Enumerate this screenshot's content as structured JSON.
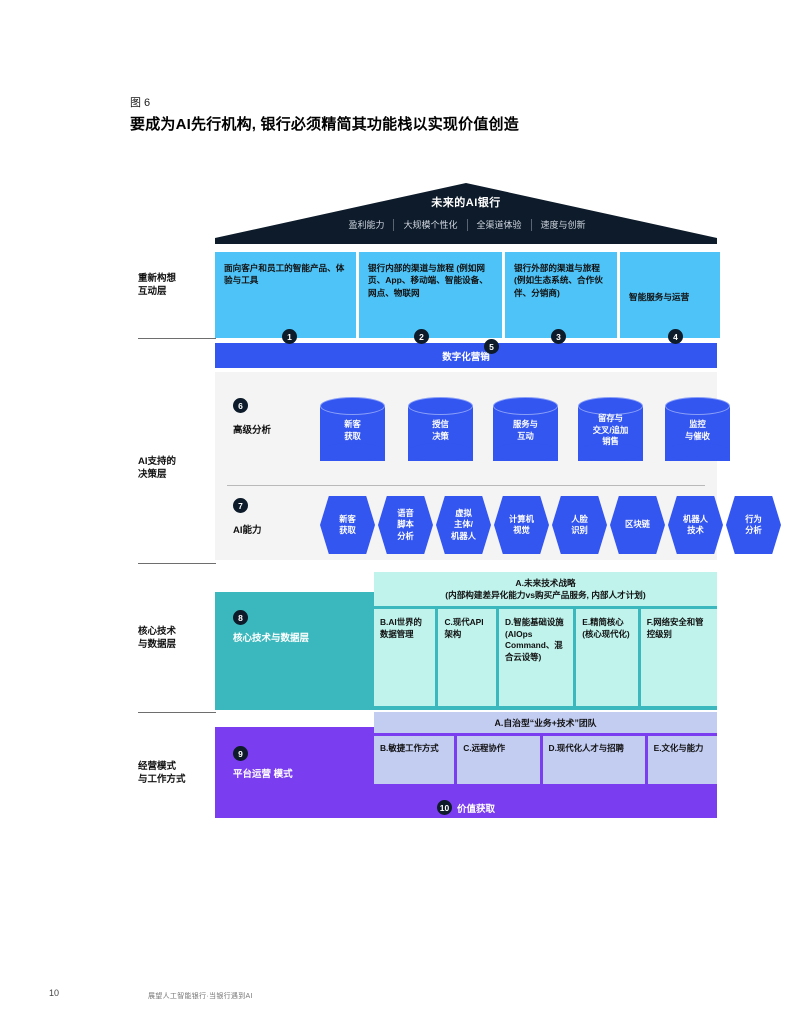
{
  "header": {
    "figure_label": "图 6",
    "title": "要成为AI先行机构, 银行必须精简其功能栈以实现价值创造"
  },
  "roof": {
    "title": "未来的AI银行",
    "pillars": [
      "盈利能力",
      "大规模个性化",
      "全渠道体验",
      "速度与创新"
    ]
  },
  "row_labels": {
    "engagement": "重新构想\n互动层",
    "engagement_l1": "重新构想",
    "engagement_l2": "互动层",
    "decision_l1": "AI支持的",
    "decision_l2": "决策层",
    "core_l1": "核心技术",
    "core_l2": "与数据层",
    "operating_l1": "经营模式",
    "operating_l2": "与工作方式"
  },
  "engagement": {
    "boxes": [
      {
        "num": "1",
        "text": "面向客户和员工的智能产品、体验与工具"
      },
      {
        "num": "2",
        "text": "银行内部的渠道与旅程 (例如网页、App、移动端、智能设备、网点、物联网"
      },
      {
        "num": "3",
        "text": "银行外部的渠道与旅程(例如生态系统、合作伙伴、分销商)"
      },
      {
        "num": "4",
        "text": "智能服务与运营"
      }
    ]
  },
  "marketing_band": {
    "num": "5",
    "label": "数字化营销"
  },
  "analytics": {
    "num": "6",
    "label": "高级分析",
    "items": [
      "新客\n获取",
      "授信\n决策",
      "服务与\n互动",
      "留存与\n交叉/追加\n销售",
      "监控\n与催收"
    ],
    "item1_l1": "新客",
    "item1_l2": "获取",
    "item2_l1": "授信",
    "item2_l2": "决策",
    "item3_l1": "服务与",
    "item3_l2": "互动",
    "item4_l1": "留存与",
    "item4_l2": "交叉/追加",
    "item4_l3": "销售",
    "item5_l1": "监控",
    "item5_l2": "与催收"
  },
  "ai_capabilities": {
    "num": "7",
    "label": "AI能力",
    "items": [
      {
        "l1": "新客",
        "l2": "获取",
        "l3": ""
      },
      {
        "l1": "语音",
        "l2": "脚本",
        "l3": "分析"
      },
      {
        "l1": "虚拟",
        "l2": "主体/",
        "l3": "机器人"
      },
      {
        "l1": "计算机",
        "l2": "视觉",
        "l3": ""
      },
      {
        "l1": "人脸",
        "l2": "识别",
        "l3": ""
      },
      {
        "l1": "区块链",
        "l2": "",
        "l3": ""
      },
      {
        "l1": "机器人",
        "l2": "技术",
        "l3": ""
      },
      {
        "l1": "行为",
        "l2": "分析",
        "l3": ""
      }
    ]
  },
  "core_tech": {
    "num": "8",
    "label": "核心技术与数据层",
    "head_line1": "A.未来技术战略",
    "head_line2": "(内部构建差异化能力vs购买产品服务, 内部人才计划)",
    "cells": [
      {
        "id": "B",
        "text": "B.AI世界的数据管理"
      },
      {
        "id": "C",
        "text": "C.现代API架构"
      },
      {
        "id": "D",
        "text": "D.智能基础设施 (AIOps Command、混合云设等)"
      },
      {
        "id": "E",
        "text": "E.精简核心 (核心现代化)"
      },
      {
        "id": "F",
        "text": "F.网络安全和管控级别"
      }
    ]
  },
  "operating_model": {
    "num": "9",
    "label": "平台运营 模式",
    "head": "A.自治型“业务+技术”团队",
    "cells": [
      {
        "id": "B",
        "text": "B.敏捷工作方式"
      },
      {
        "id": "C",
        "text": "C.远程协作"
      },
      {
        "id": "D",
        "text": "D.现代化人才与招聘"
      },
      {
        "id": "E",
        "text": "E.文化与能力"
      }
    ],
    "value_num": "10",
    "value_label": "价值获取"
  },
  "footer": {
    "page_number": "10",
    "source": "展望人工智能银行·当银行遇到AI"
  },
  "colors": {
    "roof": "#0d1b2a",
    "engagement": "#4ec3f7",
    "marketing": "#3355f0",
    "analytics_blue": "#3355f0",
    "teal": "#3bb8bd",
    "teal_light": "#bff3ec",
    "purple": "#7a3df0",
    "purple_light": "#c3cdf2",
    "panel_gray": "#f4f4f4"
  }
}
